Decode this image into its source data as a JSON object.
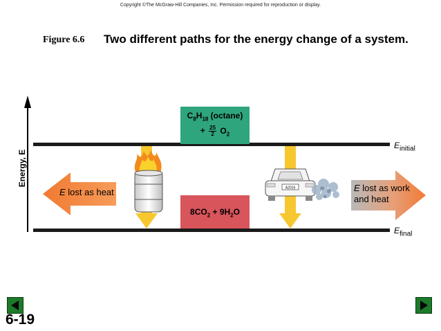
{
  "header": {
    "copyright": "Copyright ©The McGraw-Hill Companies, Inc. Permission required for reproduction or display.",
    "figure_label": "Figure 6.6",
    "figure_title": "Two different paths for the energy change of a system."
  },
  "diagram": {
    "axis_label": "Energy, E",
    "initial_state": {
      "formula_line1": "C8H18 (octane)",
      "plus": "+",
      "fraction_num": "25",
      "fraction_den": "2",
      "o2": "O2"
    },
    "final_state": {
      "formula": "8CO2 + 9H2O"
    },
    "levels": {
      "initial_var": "E",
      "initial_sub": "initial",
      "final_var": "E",
      "final_sub": "final"
    },
    "left_path": {
      "italic_var": "E",
      "text": " lost as heat"
    },
    "right_path": {
      "italic_var": "E",
      "line1": " lost as work",
      "line2": "and heat"
    },
    "car_plate": "A2016"
  },
  "footer": {
    "page_number": "6-19"
  },
  "colors": {
    "initial_box": "#2fa57d",
    "final_box": "#d8555c",
    "heat_arrow": "#f2813b",
    "yellow_arrow": "#f7c730",
    "nav_button": "#1c7a2a"
  },
  "icons": [
    "up-arrow-axis-icon",
    "fire-barrel-icon",
    "car-exhaust-icon",
    "back-nav-icon",
    "forward-nav-icon"
  ]
}
